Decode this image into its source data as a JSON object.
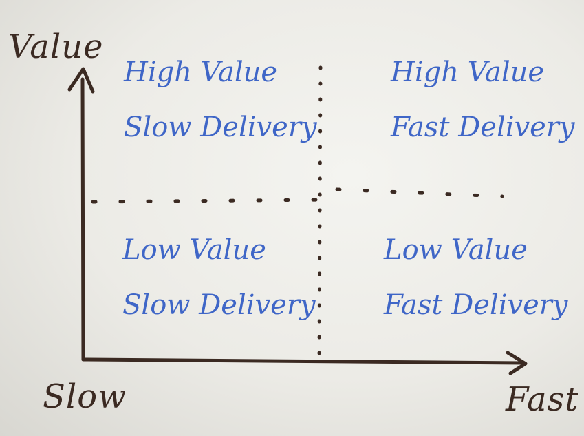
{
  "axes": {
    "y_label": "Value",
    "x_label": "Fast",
    "origin_label": "Slow"
  },
  "quadrants": {
    "top_left": {
      "line1": "High Value",
      "line2": "Slow Delivery"
    },
    "top_right": {
      "line1": "High Value",
      "line2": "Fast Delivery"
    },
    "bottom_left": {
      "line1": "Low Value",
      "line2": "Slow Delivery"
    },
    "bottom_right": {
      "line1": "Low Value",
      "line2": "Fast Delivery"
    }
  },
  "colors": {
    "axis_ink": "#3b2a22",
    "quadrant_ink": "#3f66c7",
    "board": "#ecebe6"
  }
}
